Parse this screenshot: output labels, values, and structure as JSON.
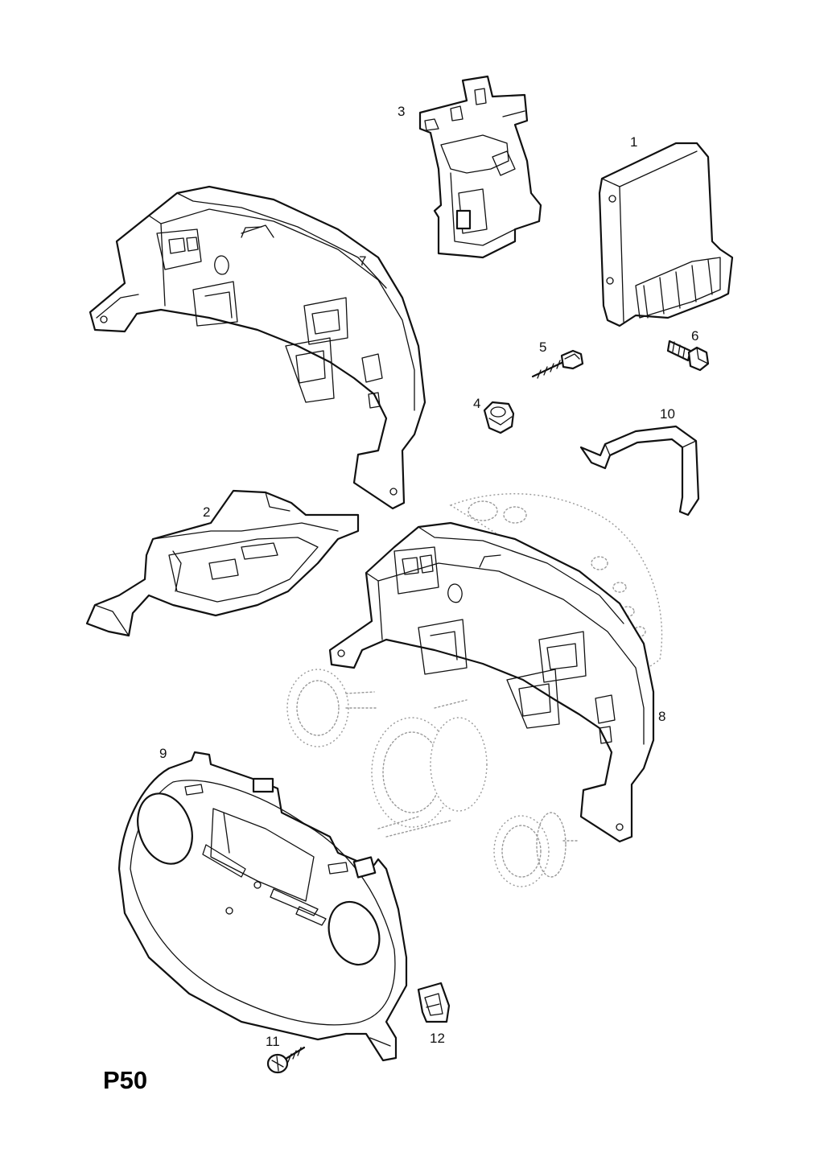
{
  "diagram": {
    "page_code": "P50",
    "callouts": [
      {
        "id": "1",
        "text": "1"
      },
      {
        "id": "2",
        "text": "2"
      },
      {
        "id": "3",
        "text": "3"
      },
      {
        "id": "4",
        "text": "4"
      },
      {
        "id": "5",
        "text": "5"
      },
      {
        "id": "6",
        "text": "6"
      },
      {
        "id": "7",
        "text": "7"
      },
      {
        "id": "8",
        "text": "8"
      },
      {
        "id": "9",
        "text": "9"
      },
      {
        "id": "10",
        "text": "10"
      },
      {
        "id": "11",
        "text": "11"
      },
      {
        "id": "12",
        "text": "12"
      }
    ]
  }
}
